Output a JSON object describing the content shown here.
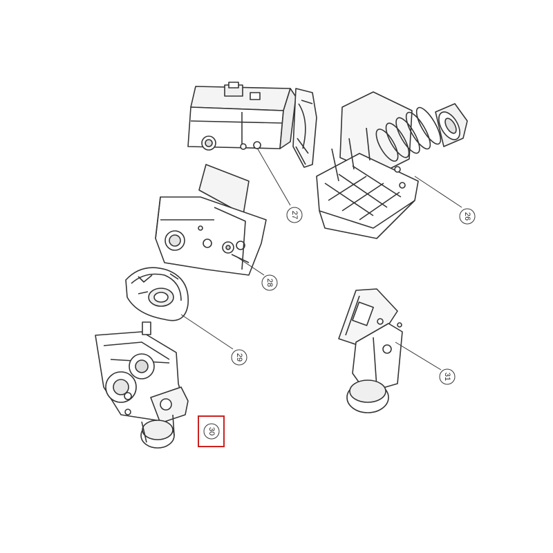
{
  "diagram": {
    "colors": {
      "line": "#333333",
      "fill_light": "#ffffff",
      "fill_shade": "#e9e9e9",
      "highlight": "#cc1f1f"
    },
    "parts": [
      {
        "id": "26",
        "label": "26",
        "highlighted": false
      },
      {
        "id": "27",
        "label": "27",
        "highlighted": false
      },
      {
        "id": "28",
        "label": "28",
        "highlighted": false
      },
      {
        "id": "29",
        "label": "29",
        "highlighted": false
      },
      {
        "id": "30",
        "label": "30",
        "highlighted": true
      },
      {
        "id": "31",
        "label": "31",
        "highlighted": false
      }
    ]
  }
}
